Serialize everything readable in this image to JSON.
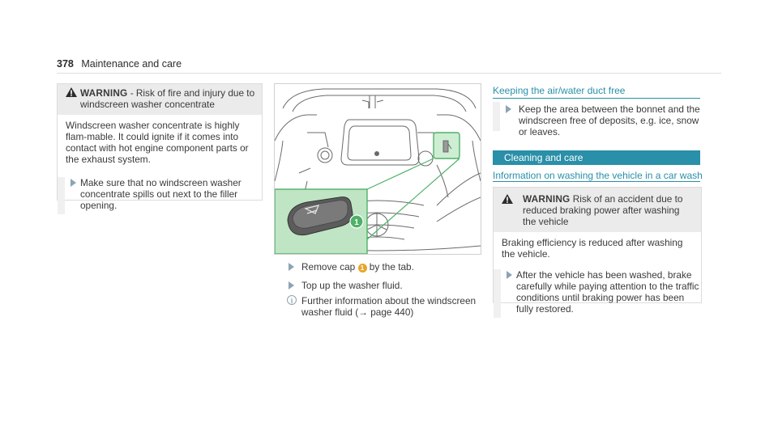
{
  "header": {
    "page_number": "378",
    "title": "Maintenance and care"
  },
  "left_warning": {
    "title": "WARNING",
    "subtitle": " - Risk of fire and injury due to windscreen washer concentrate",
    "body": "Windscreen washer concentrate is highly flam-mable. It could ignite if it comes into contact with hot engine component parts or the exhaust system.",
    "step": "Make sure that no windscreen washer concentrate spills out next to the filler opening."
  },
  "figure": {
    "callout": "1"
  },
  "middle": {
    "step1_prefix": "Remove cap ",
    "step1_callout": "1",
    "step1_suffix": " by the tab.",
    "step2": "Top up the washer fluid.",
    "info": "Further information about the windscreen washer fluid (→ page 440)"
  },
  "right": {
    "heading1": "Keeping the air/water duct free",
    "step1": "Keep the area between the bonnet and the windscreen free of deposits, e.g. ice, snow or leaves.",
    "banner": "Cleaning and care",
    "heading2": "Information on washing the vehicle in a car wash",
    "warning_title": "WARNING",
    "warning_subtitle": " Risk of an accident due to reduced braking power after washing the vehicle",
    "warning_body": "Braking efficiency is reduced after washing the vehicle.",
    "warning_step": "After the vehicle has been washed, brake carefully while paying attention to the traffic conditions until braking power has been fully restored."
  },
  "colors": {
    "accent": "#2a8fa8",
    "highlight_green": "#bfe5c4",
    "callout_orange": "#e8a52a"
  }
}
